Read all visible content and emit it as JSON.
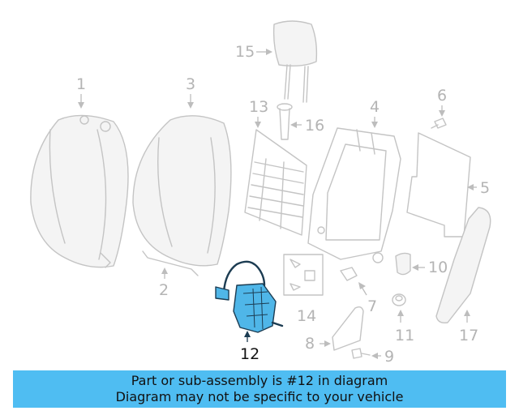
{
  "diagram": {
    "callouts": [
      "1",
      "2",
      "3",
      "4",
      "5",
      "6",
      "7",
      "8",
      "9",
      "10",
      "11",
      "12",
      "13",
      "14",
      "15",
      "16",
      "17"
    ],
    "highlighted_part": "12",
    "colors": {
      "highlight_fill": "#4fb6e8",
      "highlight_stroke": "#1c3c52",
      "part_stroke": "#c4c4c4",
      "banner": "#4fbdf2"
    }
  },
  "banner": {
    "line1": "Part or sub-assembly is #12 in diagram",
    "line2": "Diagram may not be specific to your vehicle"
  }
}
